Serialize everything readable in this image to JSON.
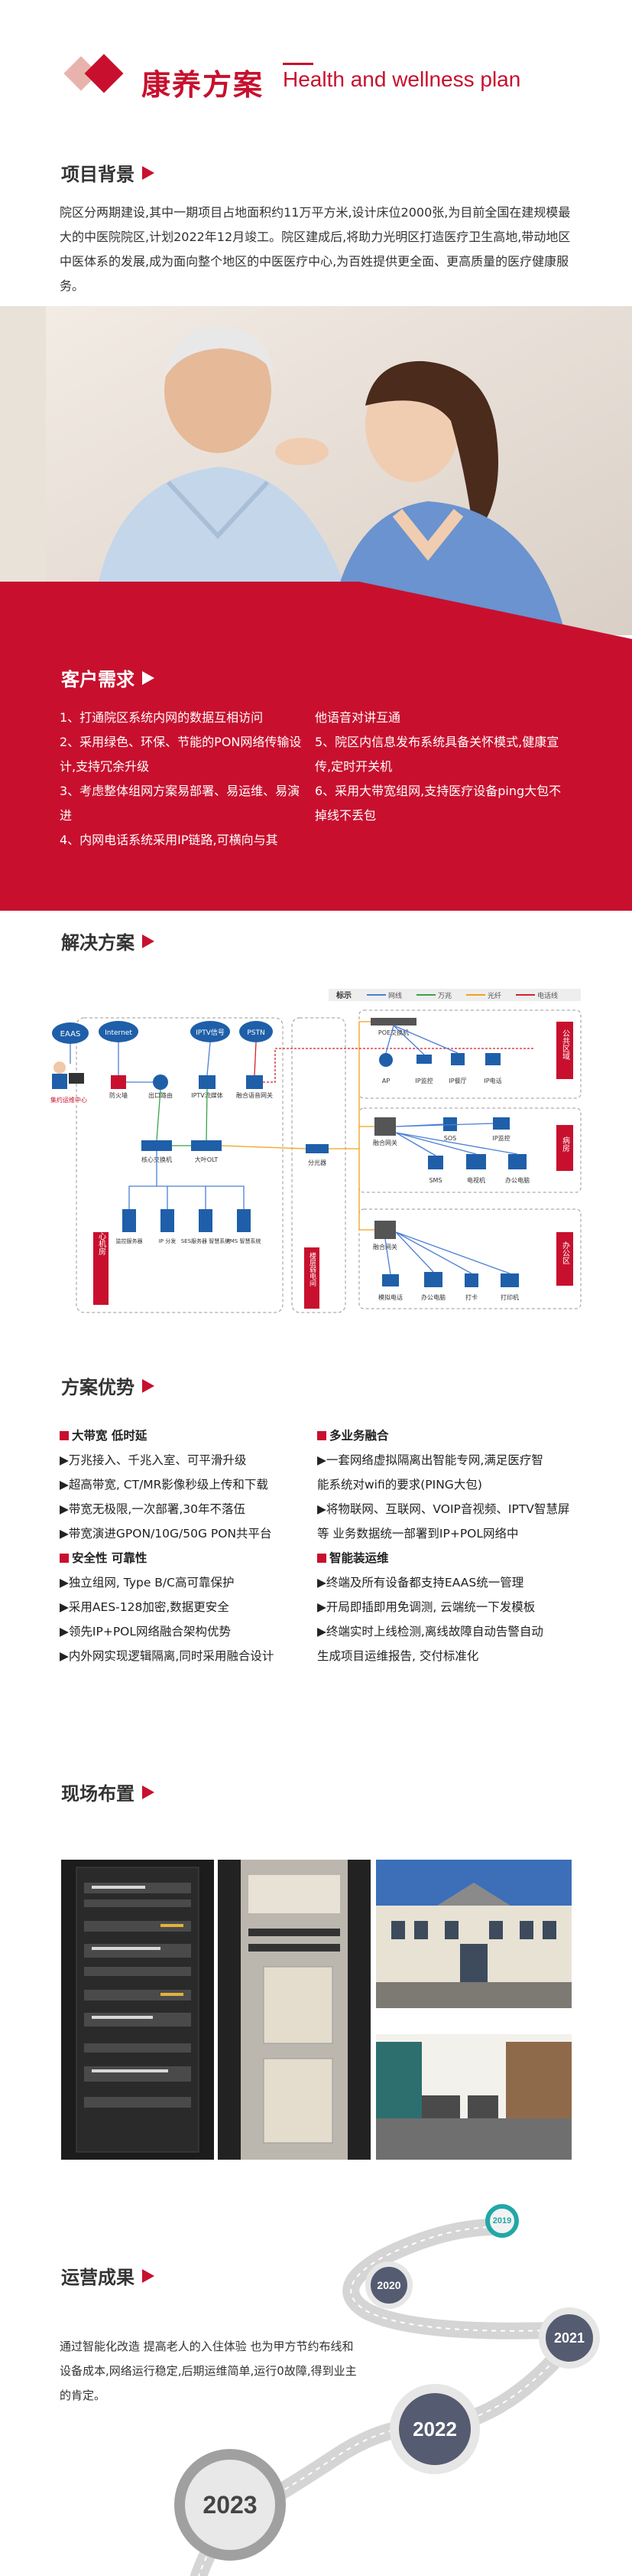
{
  "header": {
    "title_cn": "康养方案",
    "title_en": "Health and wellness plan"
  },
  "background": {
    "title": "项目背景",
    "text": "院区分两期建设,其中一期项目占地面积约11万平方米,设计床位2000张,为目前全国在建规模最大的中医院院区,计划2022年12月竣工。院区建成后,将助力光明区打造医疗卫生高地,带动地区中医体系的发展,成为面向整个地区的中医医疗中心,为百姓提供更全面、更高质量的医疗健康服务。"
  },
  "customer": {
    "title": "客户需求",
    "left": [
      "1、打通院区系统内网的数据互相访问",
      "2、采用绿色、环保、节能的PON网络传输设计,支持冗余升级",
      "3、考虑整体组网方案易部署、易运维、易演进",
      "4、内网电话系统采用IP链路,可横向与其"
    ],
    "right": [
      "他语音对讲互通",
      "5、院区内信息发布系统具备关怀模式,健康宣传,定时开关机",
      "6、采用大带宽组网,支持医疗设备ping大包不掉线不丢包"
    ]
  },
  "solution": {
    "title": "解决方案",
    "legend": {
      "title": "标示",
      "items": [
        {
          "label": "网线",
          "color": "#4a7fd6"
        },
        {
          "label": "万兆",
          "color": "#3aa24b"
        },
        {
          "label": "光纤",
          "color": "#f0a11a"
        },
        {
          "label": "电话线",
          "color": "#d2232a"
        }
      ]
    },
    "labels": {
      "eaas": "EAAS",
      "internet": "Internet",
      "iptv": "IPTV信号",
      "pstn": "PSTN",
      "center": "集约运维中心",
      "fw": "防火墙",
      "router": "出口路由",
      "iptv_server": "IPTV流媒体",
      "voice_gw": "融合语音网关",
      "core_sw": "核心交换机",
      "olt": "大叶OLT",
      "splitter": "分光器",
      "svr1": "监控服务器",
      "svr2": "IP 分发",
      "svr3": "SES服务器 智慧系统",
      "svr4": "PMS 智慧系统",
      "core_room": "核心机房",
      "floor_room": "楼层弱电间",
      "poe": "POE交换机",
      "ap": "AP",
      "camera": "IP监控",
      "dial": "IP餐厅",
      "tel": "IP电话",
      "gw1": "融合网关",
      "sos": "SOS",
      "ipcam2": "IP监控",
      "sms": "SMS",
      "tv": "电视机",
      "pc": "办公电脑",
      "gw2": "融合网关",
      "p1": "模拟电话",
      "p2": "办公电脑",
      "p3": "打卡",
      "p4": "打印机",
      "zone_public": "公共区域",
      "zone_ward": "病房",
      "zone_office": "办公区"
    }
  },
  "advantages": {
    "title": "方案优势",
    "left": [
      {
        "head": true,
        "text": "大带宽 低时延"
      },
      {
        "text": "▶万兆接入、千兆入室、可平滑升级"
      },
      {
        "text": "▶超高带宽, CT/MR影像秒级上传和下载"
      },
      {
        "text": "▶带宽无极限,一次部署,30年不落伍"
      },
      {
        "text": "▶带宽演进GPON/10G/50G PON共平台"
      },
      {
        "head": true,
        "text": "安全性 可靠性"
      },
      {
        "text": "▶独立组网, Type B/C高可靠保护"
      },
      {
        "text": "▶采用AES-128加密,数据更安全"
      },
      {
        "text": "▶领先IP+POL网络融合架构优势"
      },
      {
        "text": "▶内外网实现逻辑隔离,同时采用融合设计"
      }
    ],
    "right": [
      {
        "head": true,
        "text": "多业务融合"
      },
      {
        "text": "▶一套网络虚拟隔离出智能专网,满足医疗智"
      },
      {
        "text": "能系统对wifi的要求(PING大包)"
      },
      {
        "text": "▶将物联网、互联网、VOIP音视频、IPTV智慧屏"
      },
      {
        "text": "等 业务数据统一部署到IP+POL网络中"
      },
      {
        "head": true,
        "text": "智能装运维"
      },
      {
        "text": "▶终端及所有设备都支持EAAS统一管理"
      },
      {
        "text": "▶开局即插即用免调测, 云端统一下发模板"
      },
      {
        "text": "▶终端实时上线检测,离线故障自动告警自动"
      },
      {
        "text": "生成项目运维报告, 交付标准化"
      }
    ]
  },
  "site": {
    "title": "现场布置"
  },
  "results": {
    "title": "运营成果",
    "text": "通过智能化改造  提高老人的入住体验  也为甲方节约布线和设备成本,网络运行稳定,后期运维简单,运行0故障,得到业主的肯定。",
    "years": [
      "2019",
      "2020",
      "2021",
      "2022",
      "2023"
    ]
  }
}
